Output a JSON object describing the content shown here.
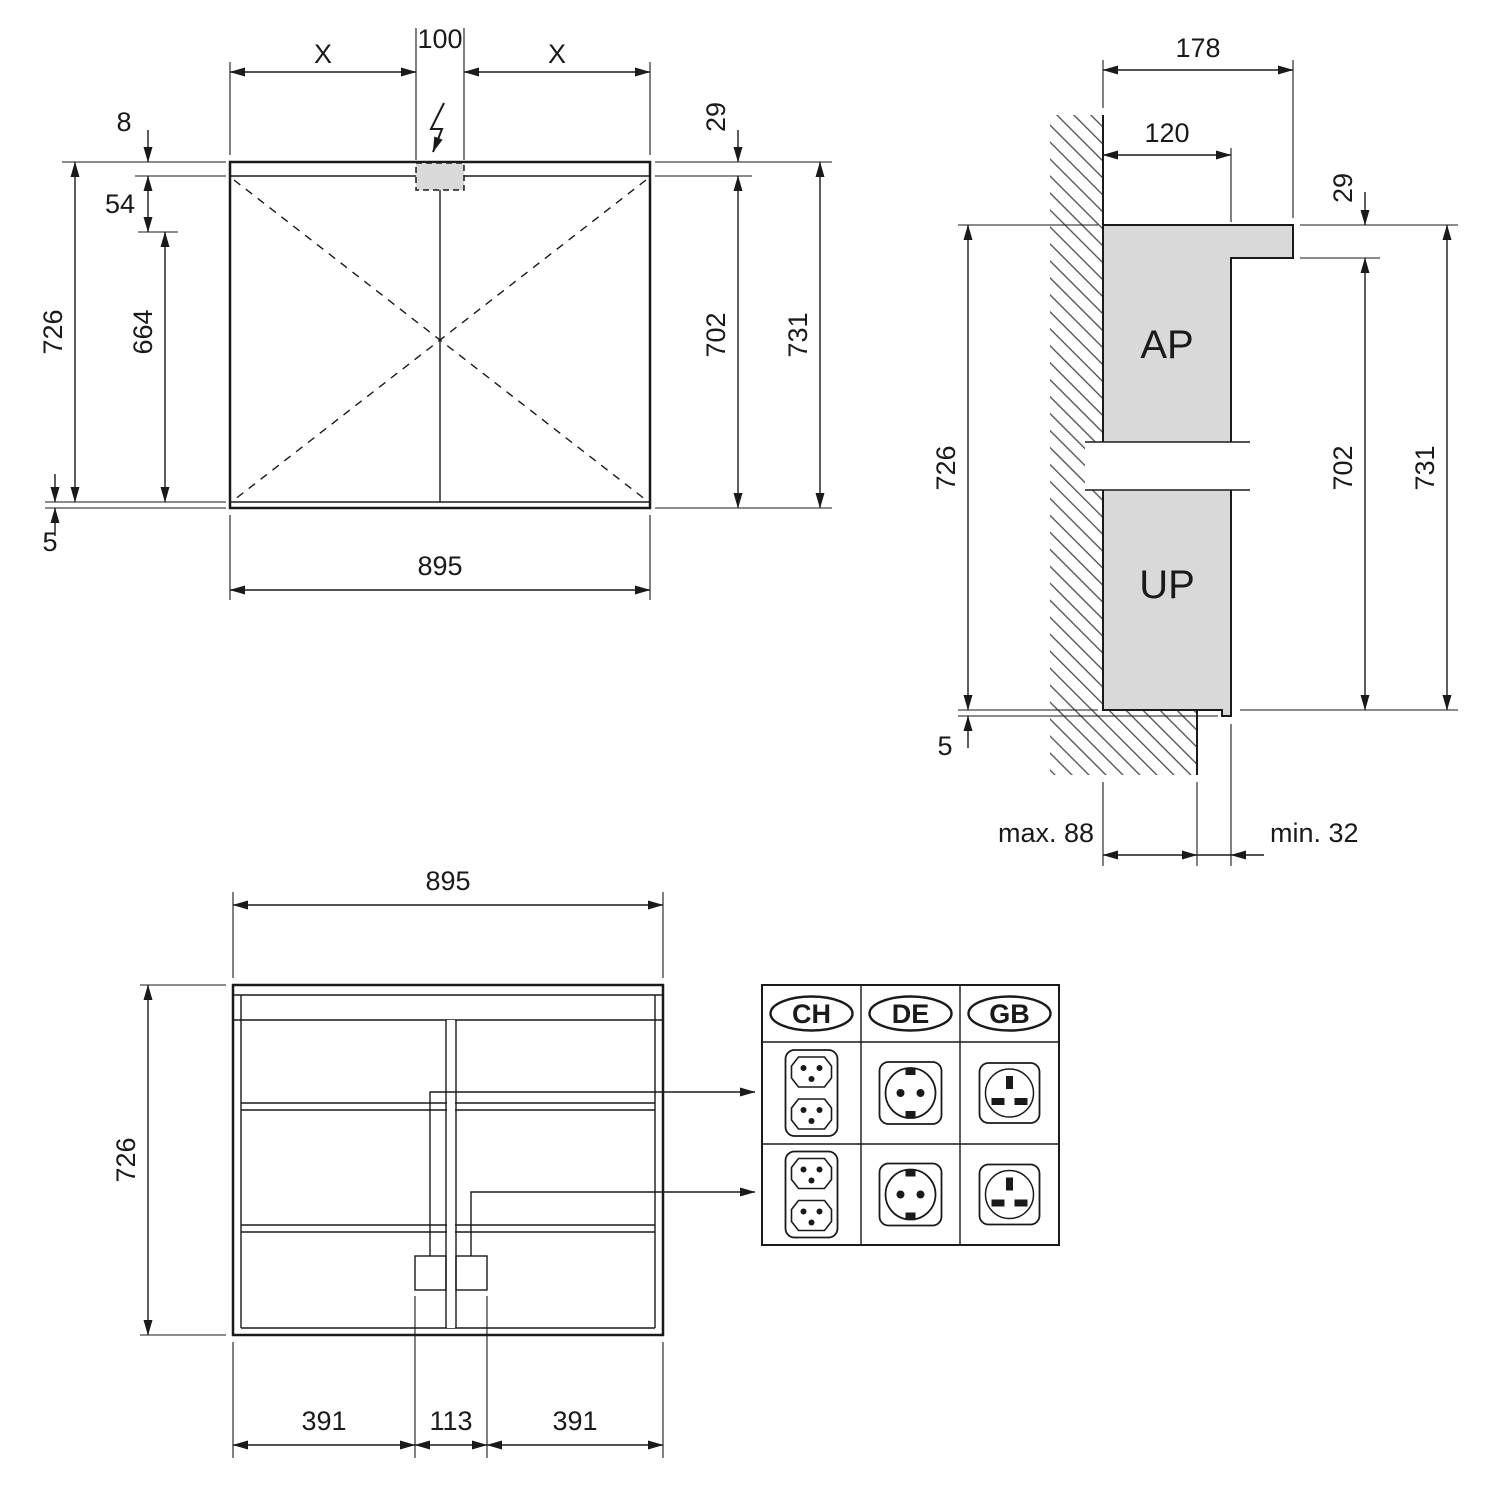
{
  "front_view": {
    "top": {
      "x_left": "X",
      "cutout_width": "100",
      "x_right": "X"
    },
    "left": {
      "d8": "8",
      "d54": "54",
      "d664": "664",
      "d726": "726",
      "d5": "5"
    },
    "right": {
      "d29": "29",
      "d702": "702",
      "d731": "731"
    },
    "bottom": {
      "width": "895"
    }
  },
  "side_view": {
    "top": {
      "total_depth": "178",
      "body_depth": "120"
    },
    "mount_labels": {
      "surface": "AP",
      "flush": "UP"
    },
    "left": {
      "d726": "726",
      "d5": "5"
    },
    "right": {
      "d29": "29",
      "d702": "702",
      "d731": "731"
    },
    "bottom": {
      "recess_max": "max. 88",
      "protrusion_min": "min. 32"
    }
  },
  "interior_view": {
    "top_width": "895",
    "height": "726",
    "bottom": {
      "left_width": "391",
      "center_width": "113",
      "right_width": "391"
    }
  },
  "socket_table": {
    "headers": [
      "CH",
      "DE",
      "GB"
    ]
  },
  "colors": {
    "panel_gray": "#d9d9d9",
    "line": "#1a1a1a"
  }
}
